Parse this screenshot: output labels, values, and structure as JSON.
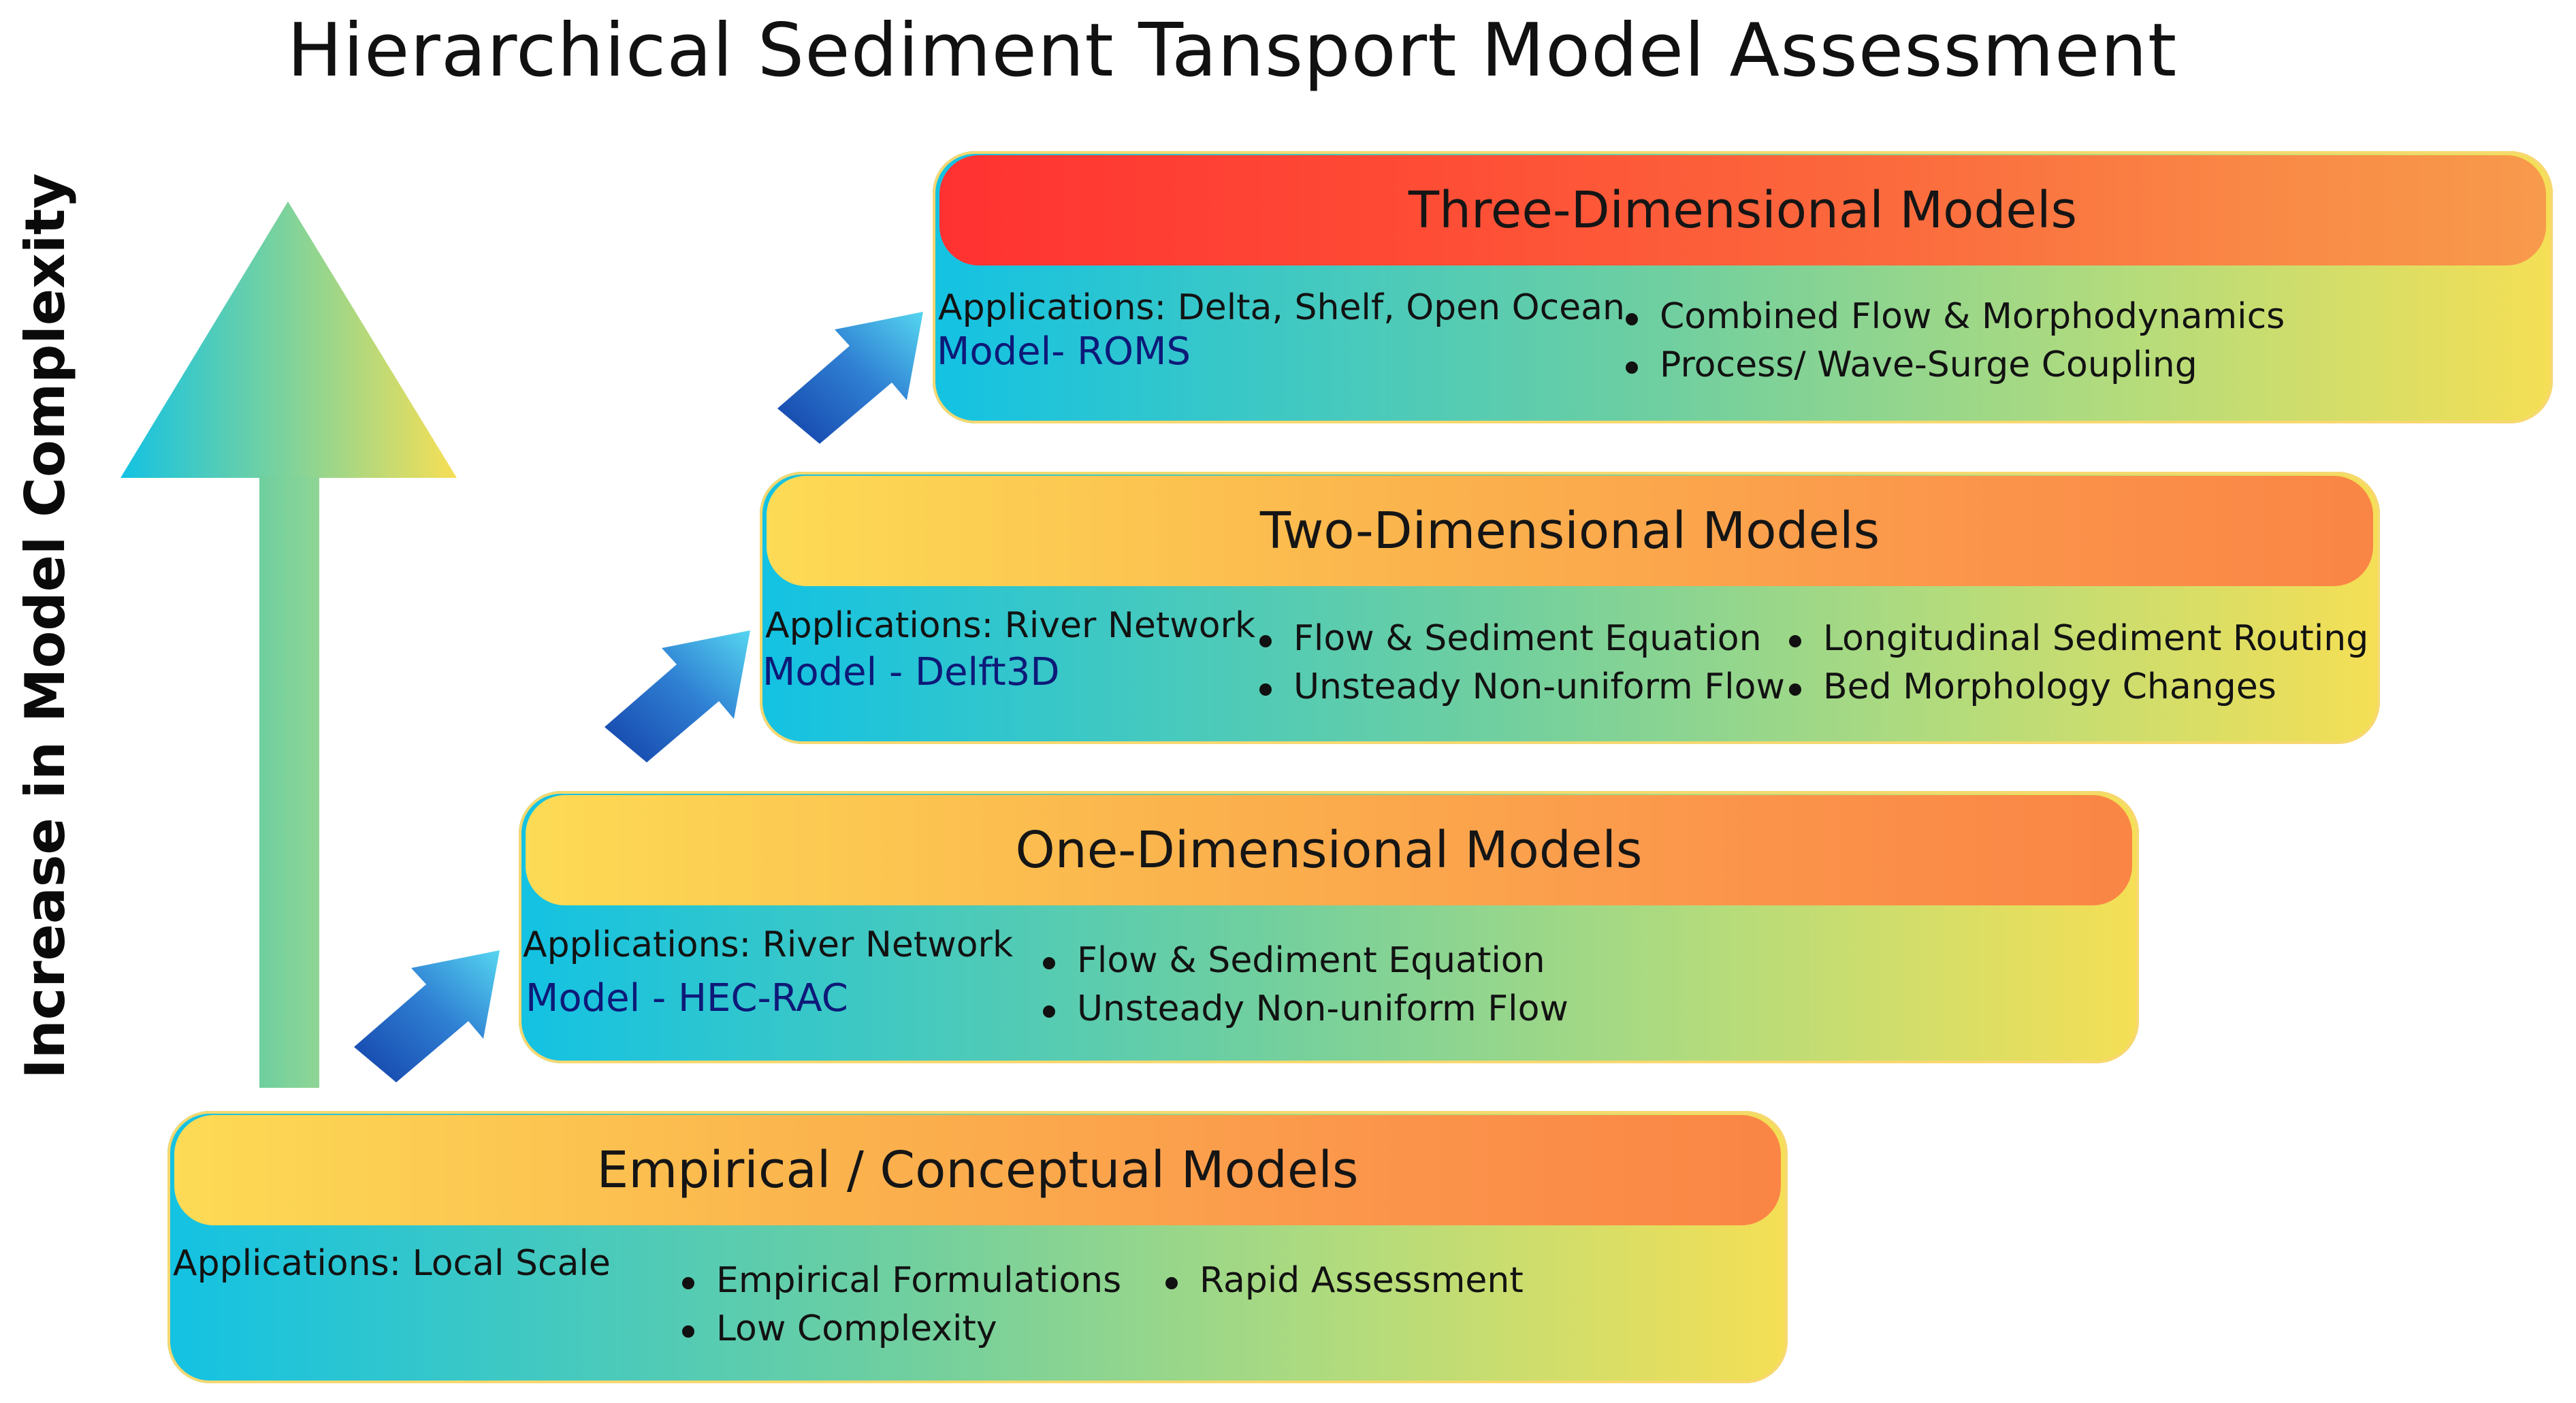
{
  "title": "Hierarchical Sediment Tansport Model Assessment",
  "axis_label": "Increase in Model Complexity",
  "colors": {
    "header_warm_start": "#fddb55",
    "header_warm_end": "#fa8545",
    "header_red_start": "#ff3232",
    "body_cyan": "#13c2e3",
    "body_yellow": "#f5df55",
    "model_text": "#0d1a78",
    "step_arrow_dark": "#1445b0",
    "step_arrow_light": "#4fd0ee"
  },
  "tiers": [
    {
      "heading": "Empirical / Conceptual Models",
      "applications": "Applications: Local Scale",
      "model": "",
      "bullets_col1": [
        "Empirical Formulations",
        "Low Complexity"
      ],
      "bullets_col2": [
        "Rapid Assessment"
      ]
    },
    {
      "heading": "One-Dimensional Models",
      "applications": "Applications: River Network",
      "model": "Model - HEC-RAC",
      "bullets_col1": [
        "Flow & Sediment Equation",
        "Unsteady Non-uniform Flow"
      ],
      "bullets_col2": []
    },
    {
      "heading": "Two-Dimensional Models",
      "applications": "Applications: River Network",
      "model": "Model - Delft3D",
      "bullets_col1": [
        "Flow & Sediment Equation",
        "Unsteady Non-uniform Flow"
      ],
      "bullets_col2": [
        "Longitudinal Sediment Routing",
        "Bed Morphology Changes"
      ]
    },
    {
      "heading": "Three-Dimensional Models",
      "applications": "Applications: Delta, Shelf, Open Ocean",
      "model": "Model- ROMS",
      "bullets_col1": [
        "Combined Flow & Morphodynamics",
        "Process/ Wave-Surge Coupling"
      ],
      "bullets_col2": []
    }
  ]
}
